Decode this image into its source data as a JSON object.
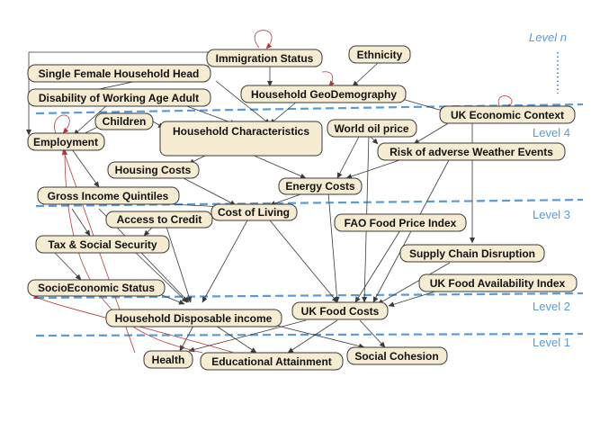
{
  "diagram": {
    "levels": {
      "n": "Level n",
      "l4": "Level 4",
      "l3": "Level 3",
      "l2": "Level 2",
      "l1": "Level 1"
    },
    "nodes": {
      "immigration": "Immigration Status",
      "ethnicity": "Ethnicity",
      "single_female": "Single Female Household Head",
      "disability": "Disability of Working Age Adult",
      "geodemography": "Household GeoDemography",
      "children": "Children",
      "household_char": "Household Characteristics",
      "world_oil": "World oil price",
      "economic_context": "UK Economic Context",
      "employment": "Employment",
      "weather": "Risk of adverse Weather Events",
      "housing_costs": "Housing Costs",
      "energy_costs": "Energy Costs",
      "gross_income": "Gross Income Quintiles",
      "access_credit": "Access to Credit",
      "cost_living": "Cost of Living",
      "fao": "FAO Food Price Index",
      "tax": "Tax & Social Security",
      "supply_chain": "Supply Chain Disruption",
      "socioeconomic": "SocioEconomic Status",
      "food_availability": "UK Food Availability Index",
      "disposable_income": "Household Disposable income",
      "food_costs": "UK Food Costs",
      "health": "Health",
      "education": "Educational Attainment",
      "social_cohesion": "Social Cohesion"
    }
  }
}
